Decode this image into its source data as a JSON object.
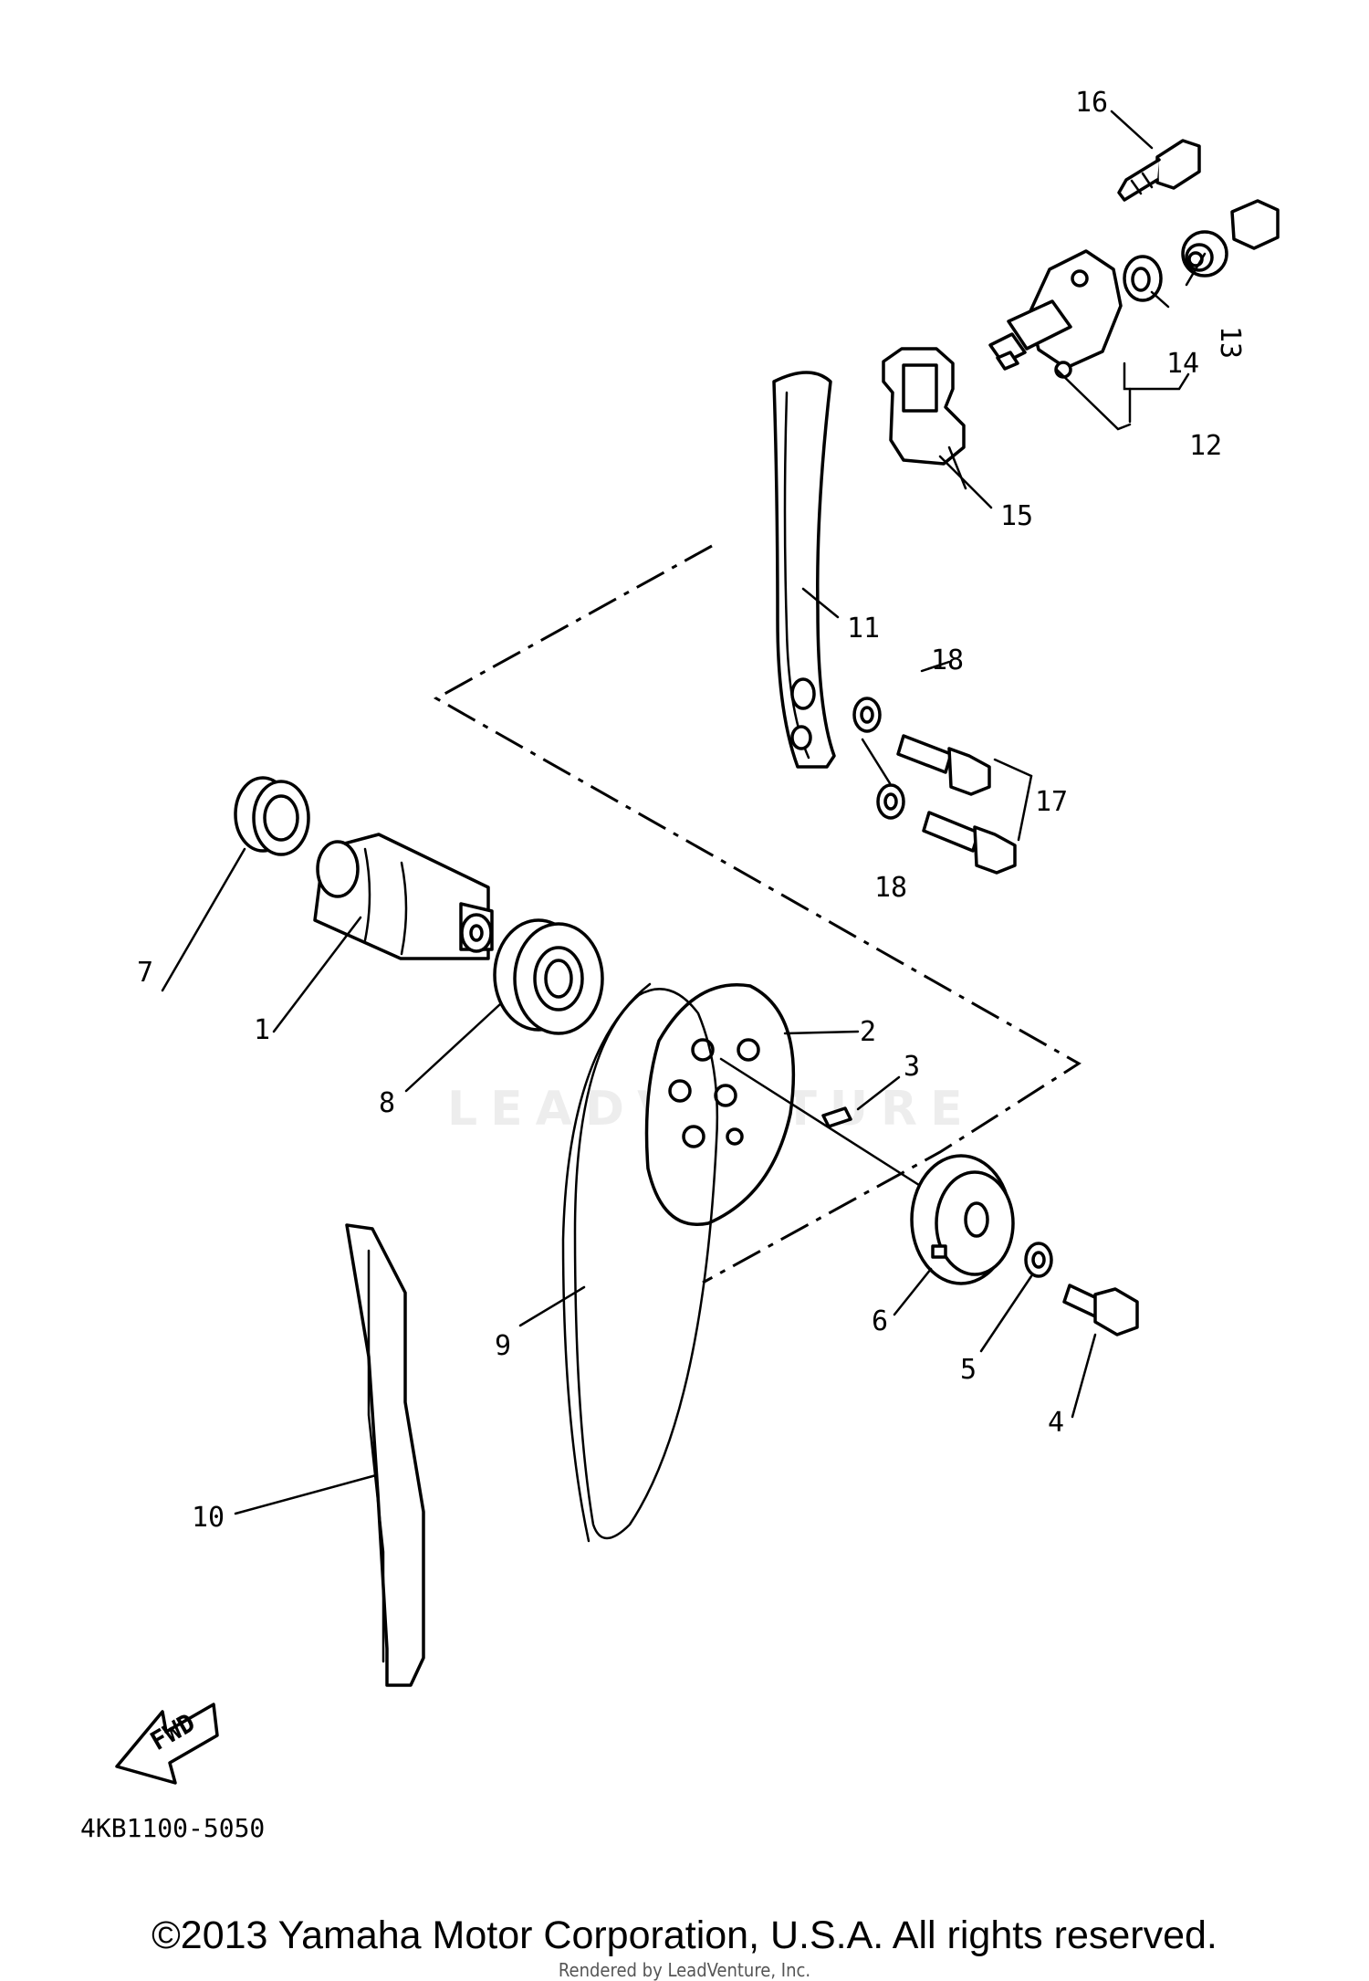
{
  "diagram": {
    "callouts": [
      "1",
      "2",
      "3",
      "4",
      "5",
      "6",
      "7",
      "8",
      "9",
      "10",
      "11",
      "12",
      "13",
      "14",
      "15",
      "16",
      "17",
      "18",
      "18"
    ],
    "fwd_label": "FWD",
    "diagram_code": "4KB1100-5050"
  },
  "footer": {
    "copyright": "©2013 Yamaha Motor Corporation, U.S.A. All rights reserved.",
    "rendered_by": "Rendered by LeadVenture, Inc."
  },
  "watermark": "LEADVENTURE"
}
